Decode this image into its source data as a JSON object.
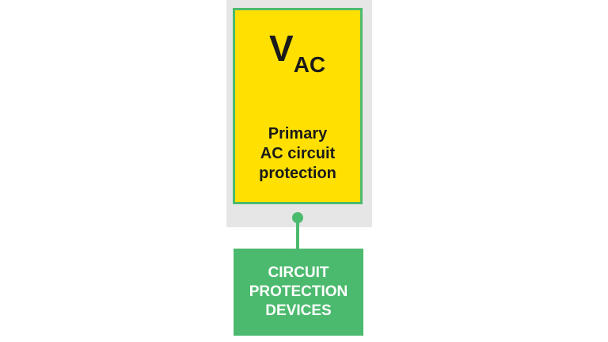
{
  "voltage": {
    "symbol": "V",
    "subscript": "AC"
  },
  "primary_box": {
    "lines": [
      "Primary",
      "AC circuit",
      "protection"
    ]
  },
  "device_box": {
    "lines": [
      "CIRCUIT",
      "PROTECTION",
      "DEVICES"
    ]
  },
  "colors": {
    "yellow": "#ffe000",
    "green": "#4cba6e",
    "gray_panel": "#e6e6e6",
    "dark_text": "#1a1a1a",
    "light_text": "#ffffff"
  }
}
